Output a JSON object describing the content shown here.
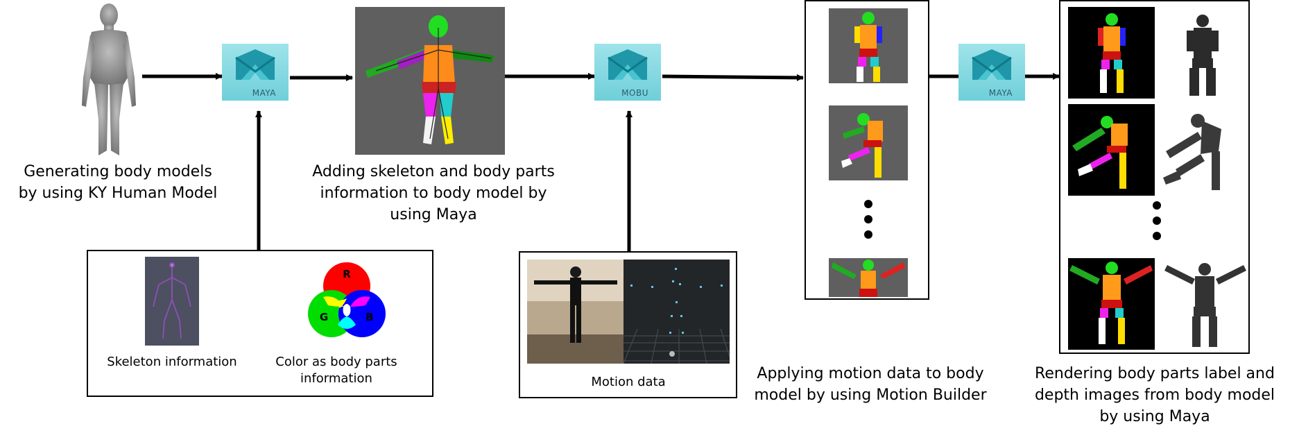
{
  "captions": {
    "generate": "Generating body models\nby using KY Human Model",
    "adding": "Adding skeleton and body parts\ninformation to body model by\nusing Maya",
    "applying": "Applying motion data to body\nmodel by using Motion Builder",
    "rendering": "Rendering body parts label and\ndepth images from body model\nby using Maya"
  },
  "tools": {
    "maya1": "MAYA",
    "mobu": "MOBU",
    "maya2": "MAYA"
  },
  "input_box": {
    "skeleton_label": "Skeleton information",
    "color_label": "Color as body parts\ninformation",
    "venn": {
      "r": "R",
      "g": "G",
      "b": "B"
    }
  },
  "motion_box": {
    "label": "Motion data"
  },
  "colors": {
    "maya_teal": "#3ab7c4",
    "venn_red": "#ff0000",
    "venn_green": "#00dd00",
    "venn_blue": "#0000ff",
    "panel_gray": "#5f5f5f"
  },
  "icons": [
    "human-mesh-icon",
    "maya-logo-icon",
    "mobu-logo-icon",
    "venn-diagram-icon"
  ]
}
